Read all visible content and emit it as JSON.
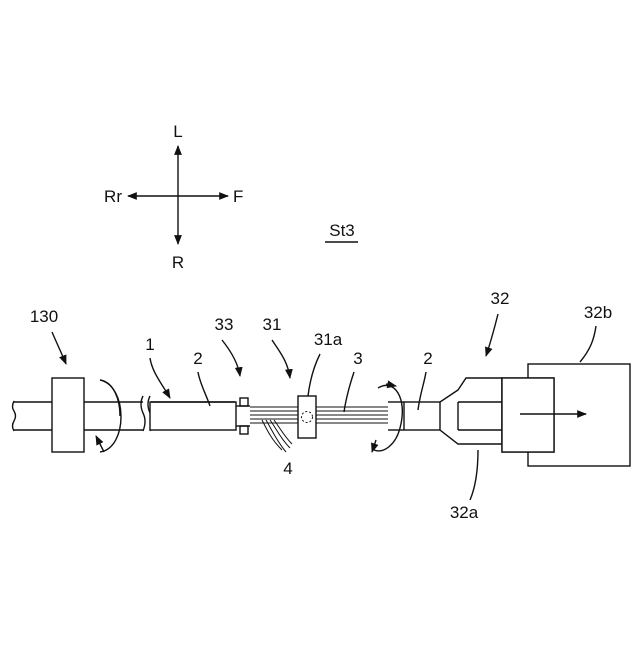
{
  "compass": {
    "up": "L",
    "down": "R",
    "left": "Rr",
    "right": "F"
  },
  "step_label": "St3",
  "labels": {
    "chuck": "130",
    "wire": "1",
    "end_left": "2",
    "end_right": "2",
    "stripper": "33",
    "tool": "31",
    "tool_part": "31a",
    "core": "3",
    "strands": "4",
    "gripper": "32",
    "gripper_jaw": "32a",
    "gripper_body": "32b"
  },
  "colors": {
    "line": "#111111",
    "background": "#ffffff"
  }
}
